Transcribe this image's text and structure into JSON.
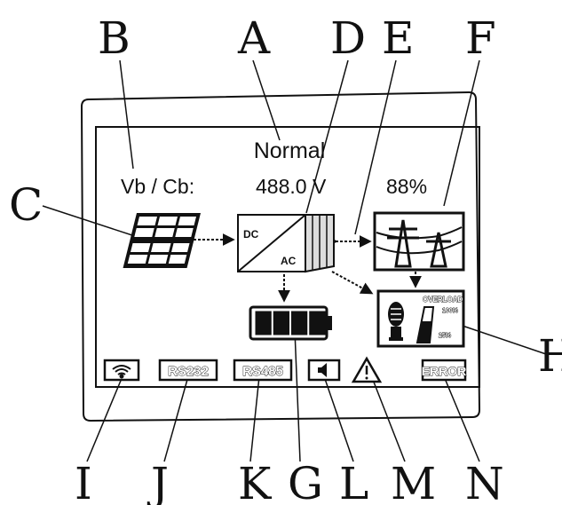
{
  "callouts": {
    "A": "A",
    "B": "B",
    "C": "C",
    "D": "D",
    "E": "E",
    "F": "F",
    "G": "G",
    "H": "H",
    "I": "I",
    "J": "J",
    "K": "K",
    "L": "L",
    "M": "M",
    "N": "N"
  },
  "display": {
    "status": "Normal",
    "battery_line": {
      "label": "Vb / Cb:",
      "voltage": "488.0 V",
      "capacity": "88%"
    },
    "inverter": {
      "dc_label": "DC",
      "ac_label": "AC"
    },
    "load": {
      "overload_label": "OVERLOAD",
      "max_label": "100%",
      "min_label": "25%",
      "level_fraction": 0.6
    },
    "battery_bar": {
      "filled_segments": 4,
      "total_segments": 4
    },
    "indicators": {
      "wifi_icon": "wifi-icon",
      "rs232": "RS232",
      "rs485": "RS485",
      "speaker_icon": "speaker-icon",
      "warning_icon": "warning-triangle-icon",
      "error": "ERROR"
    }
  },
  "colors": {
    "ink": "#111111",
    "background": "#ffffff"
  }
}
